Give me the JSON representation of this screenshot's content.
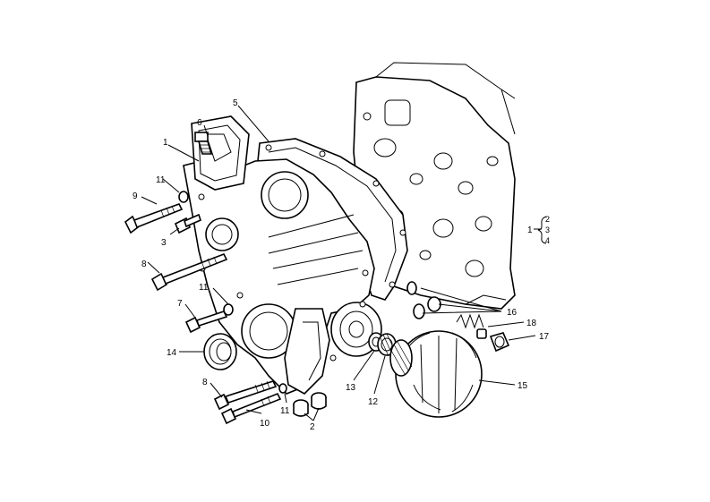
{
  "part_numbers": {
    "p1": "1",
    "p2": "2",
    "p3": "3",
    "p4": "4",
    "p5": "5",
    "p6": "6",
    "p7": "7",
    "p8a": "8",
    "p8b": "8",
    "p9": "9",
    "p10": "10",
    "p11a": "11",
    "p11b": "11",
    "p11c": "11",
    "p12": "12",
    "p13": "13",
    "p14": "14",
    "p15": "15",
    "p16": "16",
    "p17": "17",
    "p18": "18"
  },
  "group_callout": {
    "main": "1",
    "sub_top": "2",
    "sub_mid": "3",
    "sub_bot": "4"
  }
}
